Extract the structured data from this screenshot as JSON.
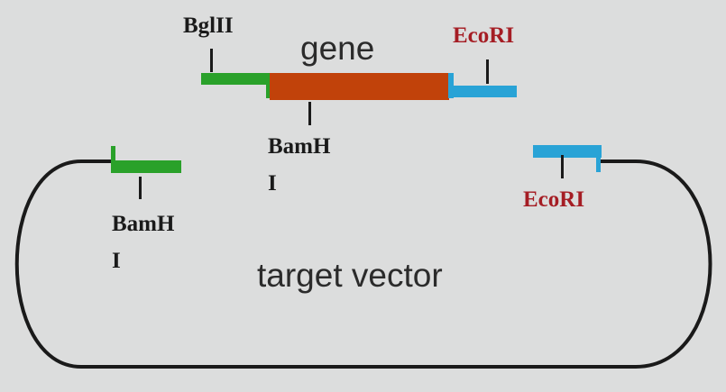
{
  "labels": {
    "gene": "gene",
    "target_vector": "target vector",
    "insert_left_site": "BglII",
    "insert_middle_site_line1": "BamH",
    "insert_middle_site_line2": "I",
    "insert_right_site": "EcoRI",
    "vector_left_site_line1": "BamH",
    "vector_left_site_line2": "I",
    "vector_right_site": "EcoRI"
  },
  "colors": {
    "background": "#dcdddd",
    "gene_segment": "#c1420a",
    "bglii_bamhi_end": "#2aa12a",
    "ecori_end": "#29a3d6",
    "vector_outline": "#1a1a1a",
    "site_label_dark": "#1a1a1a",
    "site_label_ecori": "#a51d24"
  }
}
